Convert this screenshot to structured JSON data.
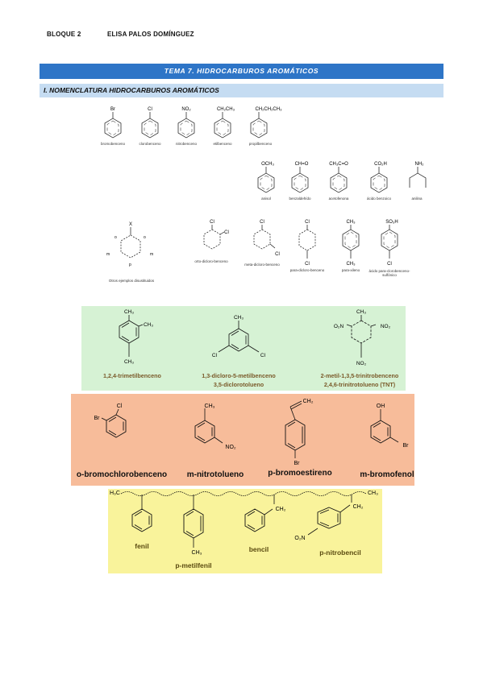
{
  "header": {
    "block": "BLOQUE 2",
    "author": "ELISA PALOS DOMÍNGUEZ"
  },
  "title": "TEMA 7. HIDROCARBUROS AROMÁTICOS",
  "section": "I. NOMENCLATURA HIDROCARBUROS AROMÁTICOS",
  "row1": [
    {
      "sub": "Br",
      "label": "bromobenceno"
    },
    {
      "sub": "Cl",
      "label": "clorobenceno"
    },
    {
      "sub": "NO₂",
      "label": "nitrobenceno"
    },
    {
      "sub": "CH₂CH₃",
      "label": "etilbenceno"
    },
    {
      "sub": "CH₂CH₂CH₃",
      "label": "propilbenceno"
    }
  ],
  "row2": [
    {
      "sub": "OCH₃",
      "label": "anisol"
    },
    {
      "sub": "CH=O",
      "label": "benzaldehído"
    },
    {
      "sub": "CH₃C=O",
      "label": "acetofenona"
    },
    {
      "sub": "CO₂H",
      "label": "ácido benzoico"
    },
    {
      "sub": "NH₂",
      "label": "anilina"
    }
  ],
  "row3": {
    "general": {
      "top": "X",
      "o": "o",
      "m": "m",
      "p": "p",
      "label": "Otros ejemplos disustituidos"
    },
    "items": [
      {
        "sub1": "Cl",
        "sub2": "Cl",
        "label": "orto-dicloro-benceno"
      },
      {
        "sub1": "Cl",
        "sub2": "Cl",
        "label": "meta-dicloro-benceno"
      },
      {
        "sub1": "Cl",
        "sub2": "Cl",
        "label": "para-dicloro-benceno"
      },
      {
        "sub1": "CH₃",
        "sub2": "CH₃",
        "label": "para-xileno"
      },
      {
        "sub1": "SO₃H",
        "sub2": "Cl",
        "label": "ácido para-clorobenceno-sulfónico"
      }
    ]
  },
  "green": [
    {
      "subs": [
        "CH₃",
        "CH₃",
        "CH₃"
      ],
      "name1": "1,2,4-trimetilbenceno",
      "name2": ""
    },
    {
      "subs": [
        "CH₃",
        "Cl",
        "Cl"
      ],
      "name1": "1,3-dicloro-5-metilbenceno",
      "name2": "3,5-diclorotolueno"
    },
    {
      "subs": [
        "CH₃",
        "O₂N",
        "NO₂",
        "NO₂"
      ],
      "name1": "2-metil-1,3,5-trinitrobenceno",
      "name2": "2,4,6-trinitrotolueno (TNT)"
    }
  ],
  "orange": [
    {
      "subs": [
        "Cl",
        "Br"
      ],
      "name": "o-bromochlorobenceno"
    },
    {
      "subs": [
        "CH₃",
        "NO₂"
      ],
      "name": "m-nitrotolueno"
    },
    {
      "subs": [
        "CH₂",
        "Br"
      ],
      "name": "p-bromoestireno"
    },
    {
      "subs": [
        "OH",
        "Br"
      ],
      "name": "m-bromofenol"
    }
  ],
  "yellow": {
    "chain_left": "H₃C",
    "chain_right": "CH₃",
    "items": [
      {
        "name": "fenil"
      },
      {
        "sub": "CH₃",
        "name": "p-metilfenil"
      },
      {
        "sub": "CH₂",
        "name": "bencil"
      },
      {
        "sub1": "CH₂",
        "sub2": "O₂N",
        "name": "p-nitrobencil"
      }
    ]
  }
}
